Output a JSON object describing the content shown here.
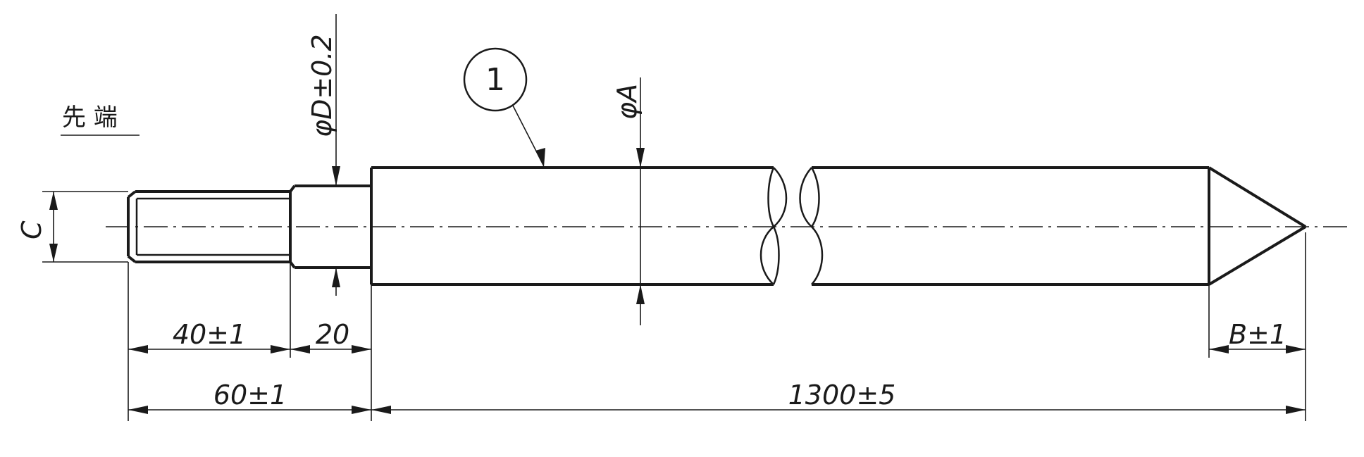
{
  "drawing": {
    "tip_label": "先 端",
    "balloon_number": "1",
    "dimensions": {
      "thread_length": "40±1",
      "neck_length": "20",
      "tip_total_length": "60±1",
      "main_length": "1300±5",
      "point_length": "B±1",
      "neck_diameter": "φD±0.2",
      "body_diameter": "φA",
      "thread_diameter": "C"
    }
  }
}
